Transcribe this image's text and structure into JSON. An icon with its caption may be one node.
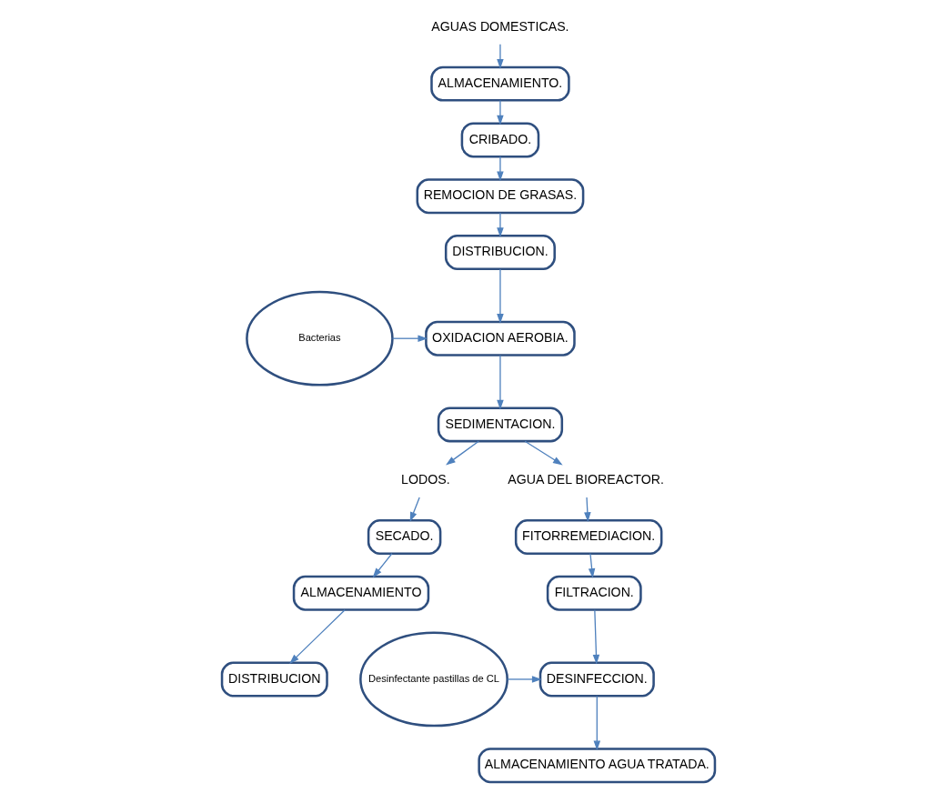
{
  "diagram": {
    "nodes": [
      {
        "text": [
          "AGUAS DOMESTICAS."
        ]
      },
      {
        "text": [
          "ALMACENAMIENTO."
        ]
      },
      {
        "text": [
          "CRIBADO."
        ]
      },
      {
        "text": [
          "REMOCION DE GRASAS."
        ]
      },
      {
        "text": [
          "DISTRIBUCION."
        ]
      },
      {
        "text": [
          "Bacterias"
        ]
      },
      {
        "text": [
          "OXIDACION AEROBIA."
        ]
      },
      {
        "text": [
          "SEDIMENTACION."
        ]
      },
      {
        "text": [
          "LODOS."
        ]
      },
      {
        "text": [
          "AGUA DEL BIOREACTOR."
        ]
      },
      {
        "text": [
          "SECADO."
        ]
      },
      {
        "text": [
          "ALMACENAMIENTO"
        ]
      },
      {
        "text": [
          "DISTRIBUCION"
        ]
      },
      {
        "text": [
          "FITORREMEDIACION."
        ]
      },
      {
        "text": [
          "FILTRACION."
        ]
      },
      {
        "text": [
          "Desinfectante pastillas de CL"
        ]
      },
      {
        "text": [
          "DESINFECCION."
        ]
      },
      {
        "text": [
          "ALMACENAMIENTO AGUA TRATADA."
        ]
      }
    ],
    "edges": [
      {
        "from": 0,
        "to": 1,
        "arrow": "to"
      },
      {
        "from": 1,
        "to": 2,
        "arrow": "to"
      },
      {
        "from": 2,
        "to": 3,
        "arrow": "to"
      },
      {
        "from": 3,
        "to": 4,
        "arrow": "to"
      },
      {
        "from": 4,
        "to": 6,
        "arrow": "to"
      },
      {
        "from": 5,
        "to": 6,
        "arrow": "to"
      },
      {
        "from": 6,
        "to": 7,
        "arrow": "to"
      },
      {
        "from": 7,
        "to": 8,
        "arrow": "to"
      },
      {
        "from": 7,
        "to": 9,
        "arrow": "to"
      },
      {
        "from": 8,
        "to": 10,
        "arrow": "to"
      },
      {
        "from": 10,
        "to": 11,
        "arrow": "to"
      },
      {
        "from": 11,
        "to": 12,
        "arrow": "to"
      },
      {
        "from": 9,
        "to": 13,
        "arrow": "to"
      },
      {
        "from": 13,
        "to": 14,
        "arrow": "to"
      },
      {
        "from": 14,
        "to": 16,
        "arrow": "to"
      },
      {
        "from": 15,
        "to": 16,
        "arrow": "to"
      },
      {
        "from": 16,
        "to": 17,
        "arrow": "to"
      }
    ]
  }
}
